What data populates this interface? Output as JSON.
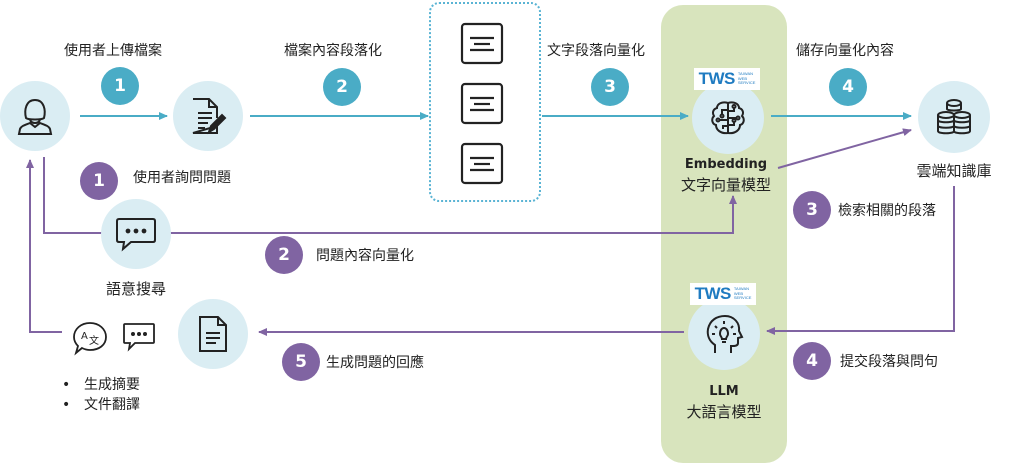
{
  "colors": {
    "teal": "#4aacc6",
    "purple": "#8064a2",
    "circle_fill": "#daedf3",
    "panel_fill": "#d8e4bd",
    "chunk_border": "#5ab4d4",
    "logo_blue": "#1f7bc1"
  },
  "ingest_steps": [
    {
      "number": "1",
      "label": "使用者上傳檔案"
    },
    {
      "number": "2",
      "label": "檔案內容段落化"
    },
    {
      "number": "3",
      "label": "文字段落向量化"
    },
    {
      "number": "4",
      "label": "儲存向量化內容"
    }
  ],
  "query_steps": [
    {
      "number": "1",
      "label": "使用者詢問問題"
    },
    {
      "number": "2",
      "label": "問題內容向量化"
    },
    {
      "number": "3",
      "label": "檢索相關的段落"
    },
    {
      "number": "4",
      "label": "提交段落與問句"
    },
    {
      "number": "5",
      "label": "生成問題的回應"
    }
  ],
  "nodes": {
    "user": {
      "icon": "user-icon"
    },
    "document": {
      "icon": "document-edit-icon"
    },
    "chunks": {
      "icon": "text-chunk-icon",
      "count": 3
    },
    "embedding": {
      "icon": "brain-circuit-icon",
      "title": "Embedding",
      "subtitle": "文字向量模型"
    },
    "knowledge_base": {
      "icon": "database-icon",
      "label": "雲端知識庫"
    },
    "semantic_search": {
      "icon": "chat-bubble-icon",
      "label": "語意搜尋"
    },
    "llm": {
      "icon": "head-lightbulb-icon",
      "title": "LLM",
      "subtitle": "大語言模型"
    },
    "response": {
      "icon": "document-icon"
    }
  },
  "logo": {
    "main": "TWS",
    "sub": [
      "TAIWAN",
      "WEB",
      "SERVICE"
    ]
  },
  "features": [
    "生成摘要",
    "文件翻譯"
  ]
}
